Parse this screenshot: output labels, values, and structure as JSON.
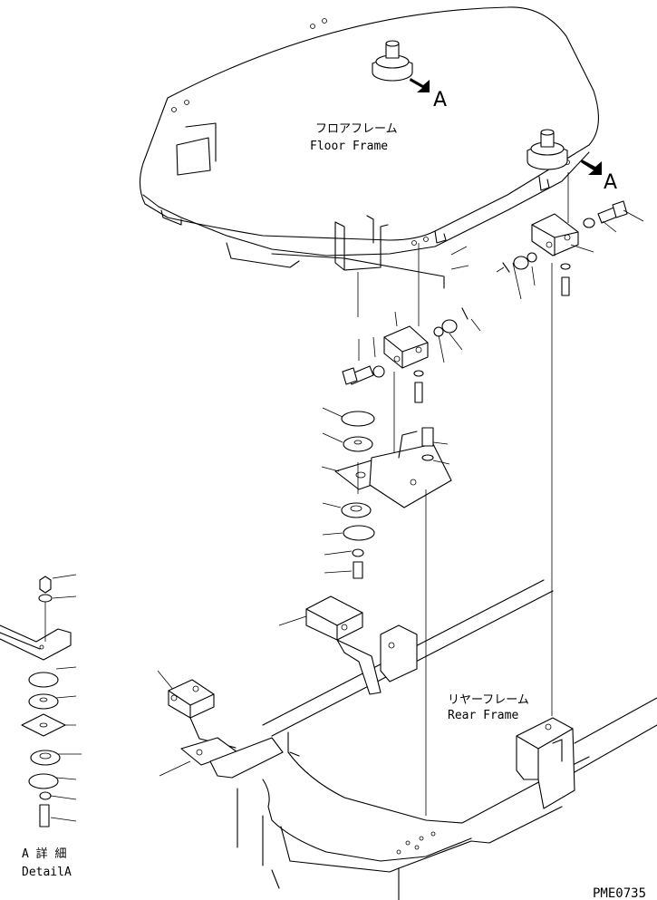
{
  "labels": {
    "floor_frame_jp": "フロアフレーム",
    "floor_frame_en": "Floor Frame",
    "rear_frame_jp": "リヤーフレーム",
    "rear_frame_en": "Rear Frame",
    "arrow_a_1": "A",
    "arrow_a_2": "A",
    "detail_jp": "A 詳 細",
    "detail_en": "DetailA",
    "drawing_code": "PME0735"
  }
}
